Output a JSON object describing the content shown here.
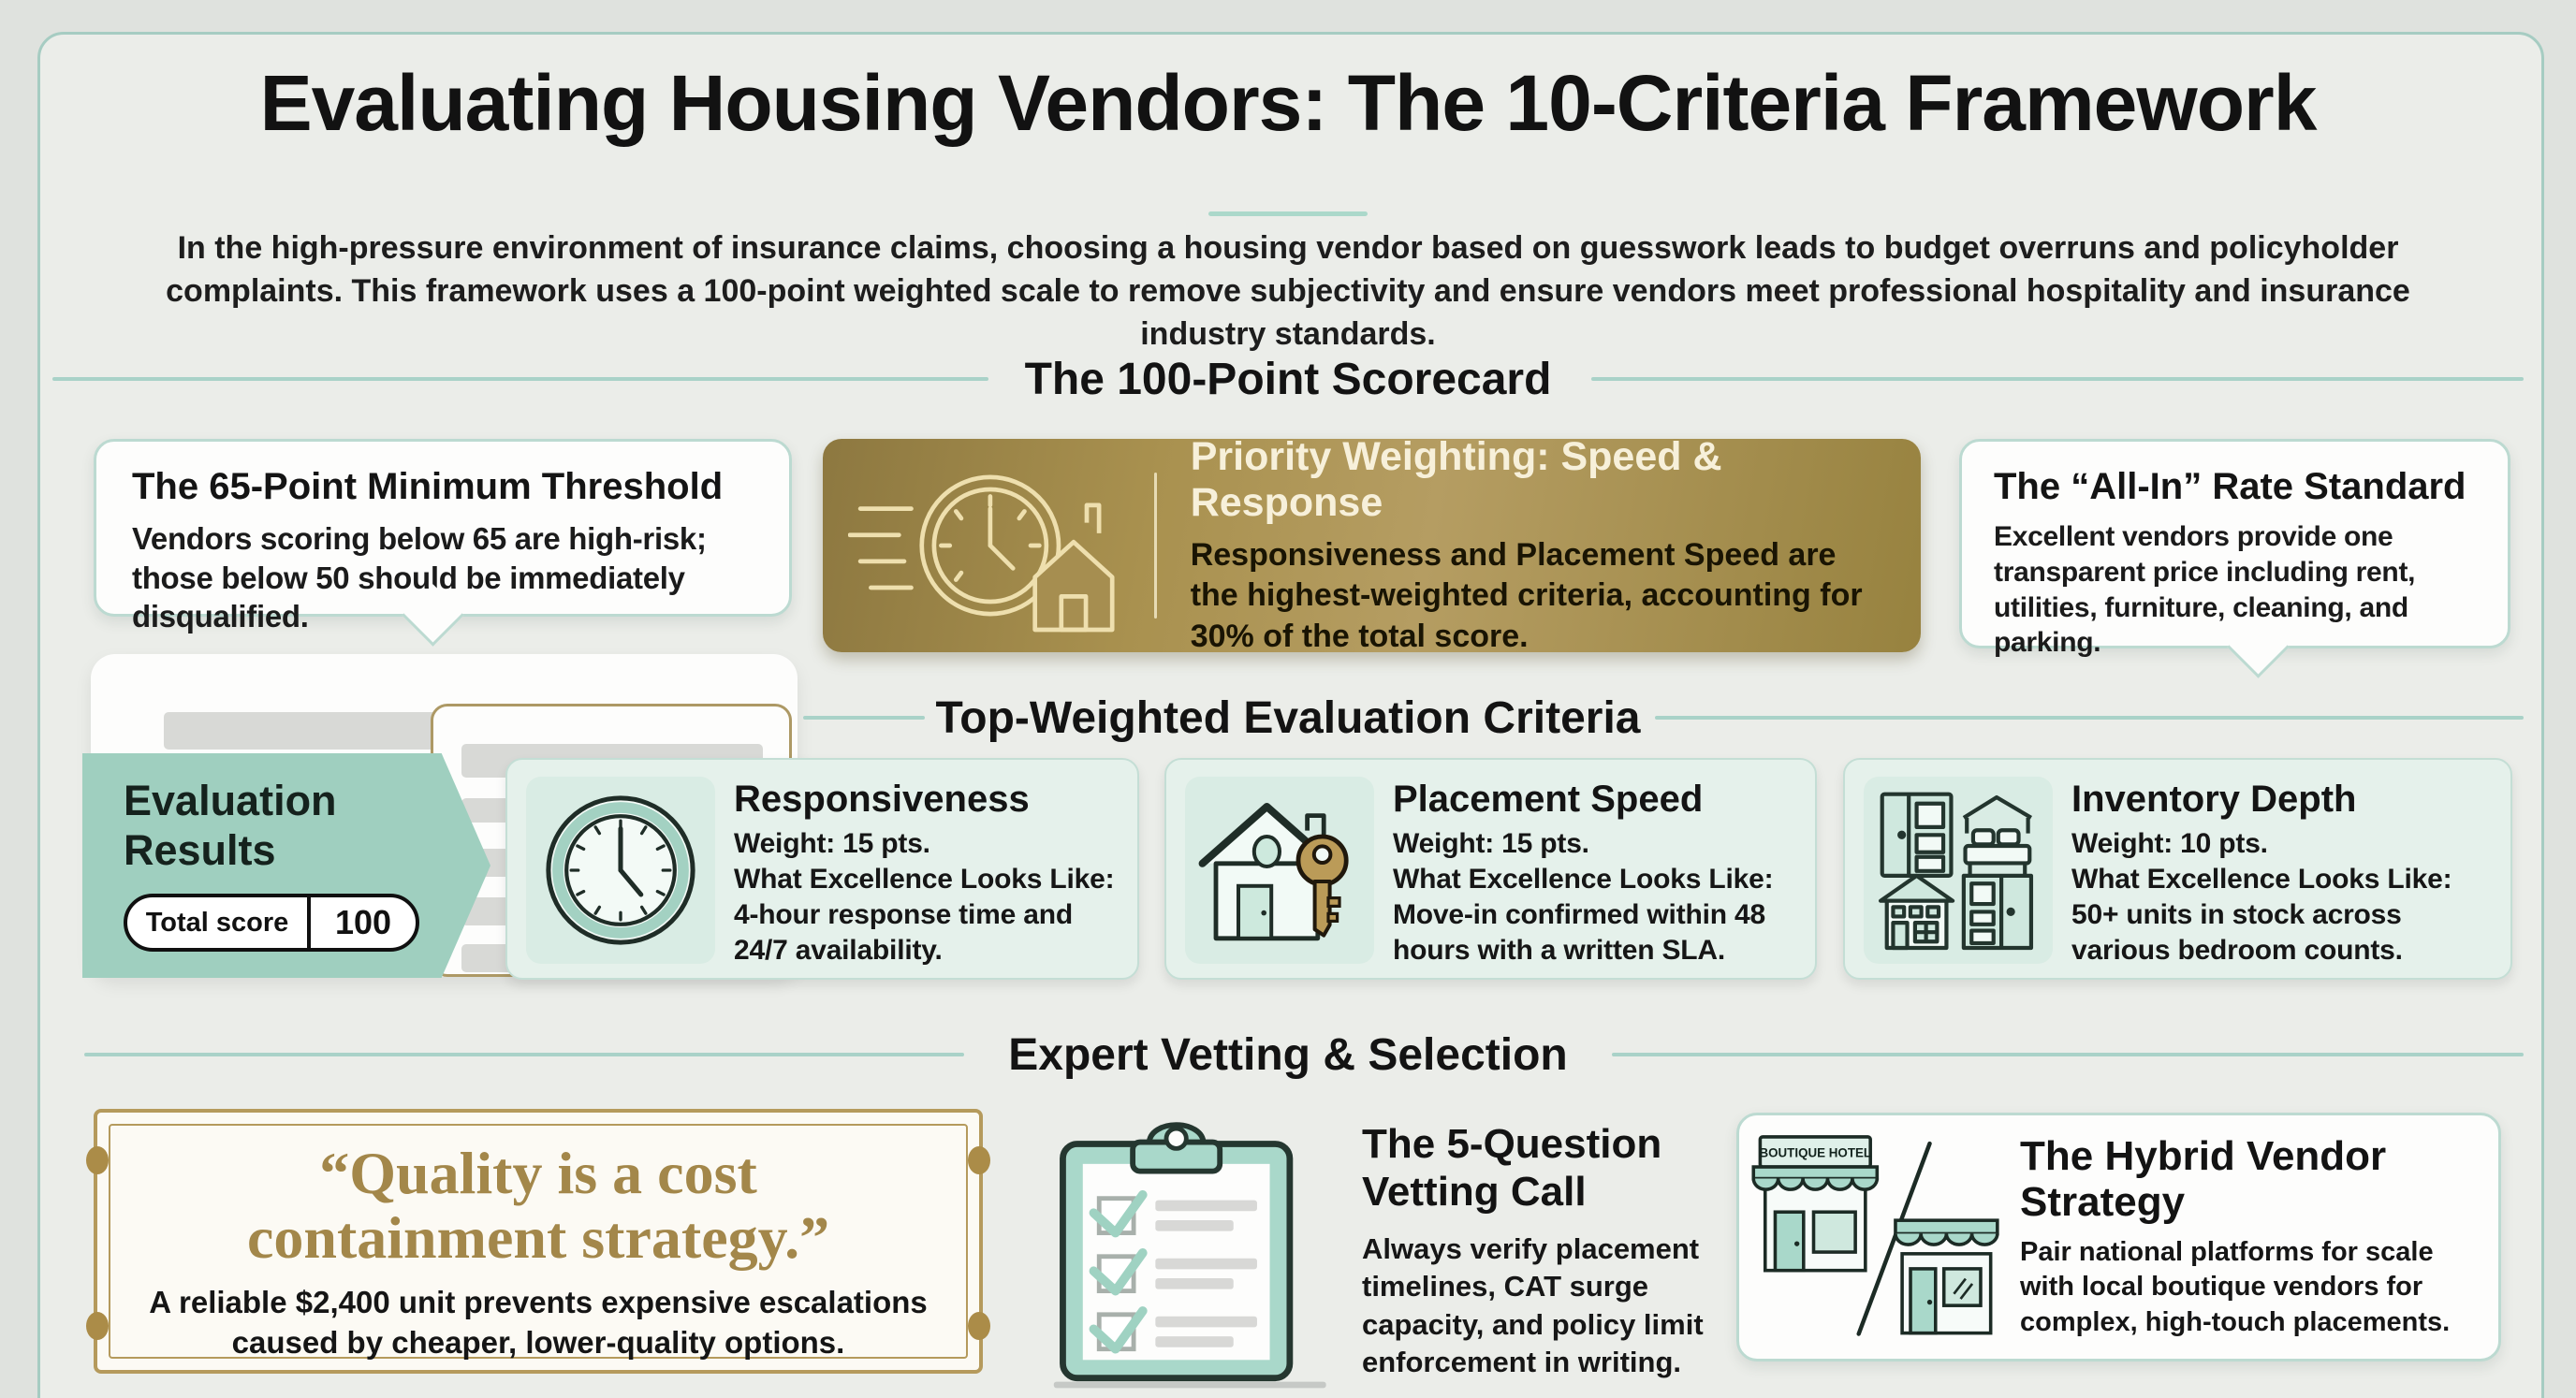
{
  "infographic": {
    "title": "Evaluating Housing Vendors: The 10-Criteria Framework",
    "subtitle": "In the high-pressure environment of insurance claims, choosing a housing vendor based on guesswork leads to budget overruns and policyholder complaints. This framework uses a 100-point weighted scale to remove subjectivity and ensure vendors meet professional hospitality and insurance industry standards."
  },
  "scorecard": {
    "heading": "The 100-Point Scorecard",
    "threshold_card": {
      "title": "The 65-Point Minimum Threshold",
      "body": "Vendors scoring below 65 are high-risk; those below 50 should be immediately disqualified."
    },
    "priority_card": {
      "title": "Priority Weighting: Speed & Response",
      "body": "Responsiveness and Placement Speed are the highest-weighted criteria, accounting for 30% of the total score."
    },
    "rate_card": {
      "title": "The “All-In” Rate Standard",
      "body": "Excellent vendors provide one transparent price including rent, utilities, furniture, cleaning, and parking."
    }
  },
  "evaluation": {
    "ribbon_title": "Evaluation Results",
    "score_label": "Total score",
    "score_value": "100"
  },
  "criteria": {
    "heading": "Top-Weighted Evaluation Criteria",
    "cards": [
      {
        "title": "Responsiveness",
        "icon": "clock-icon",
        "weight_label": "Weight:",
        "weight_value": "15 pts.",
        "excellence_label": "What Excellence Looks Like:",
        "excellence_value": "4-hour response time and 24/7 availability."
      },
      {
        "title": "Placement Speed",
        "icon": "house-key-icon",
        "weight_label": "Weight:",
        "weight_value": "15 pts.",
        "excellence_label": "What Excellence Looks Like:",
        "excellence_value": "Move-in confirmed within 48 hours with a written SLA."
      },
      {
        "title": "Inventory Depth",
        "icon": "furniture-icon",
        "weight_label": "Weight:",
        "weight_value": "10 pts.",
        "excellence_label": "What Excellence Looks Like:",
        "excellence_value": "50+ units in stock across various bedroom counts."
      }
    ]
  },
  "vetting": {
    "heading": "Expert Vetting & Selection",
    "quote_card": {
      "quote": "“Quality is a cost containment strategy.”",
      "body": "A reliable $2,400 unit prevents expensive escalations caused by cheaper, lower-quality options."
    },
    "vetting_call": {
      "title": "The 5-Question Vetting Call",
      "body": "Always verify placement timelines, CAT surge capacity, and policy limit enforcement in writing."
    },
    "hybrid_card": {
      "title": "The Hybrid Vendor Strategy",
      "body": "Pair national platforms for scale with local boutique vendors for complex, high-touch placements.",
      "sign_text": "BOUTIQUE HOTEL"
    }
  },
  "colors": {
    "accent_teal": "#9fcfbf",
    "teal_border": "#a6ccc2",
    "accent_gold": "#a8905a",
    "gold_text": "#a3874a",
    "cream_text": "#f7f0da",
    "mint_card_bg": "#e5f1eb",
    "background": "#ebede9"
  }
}
